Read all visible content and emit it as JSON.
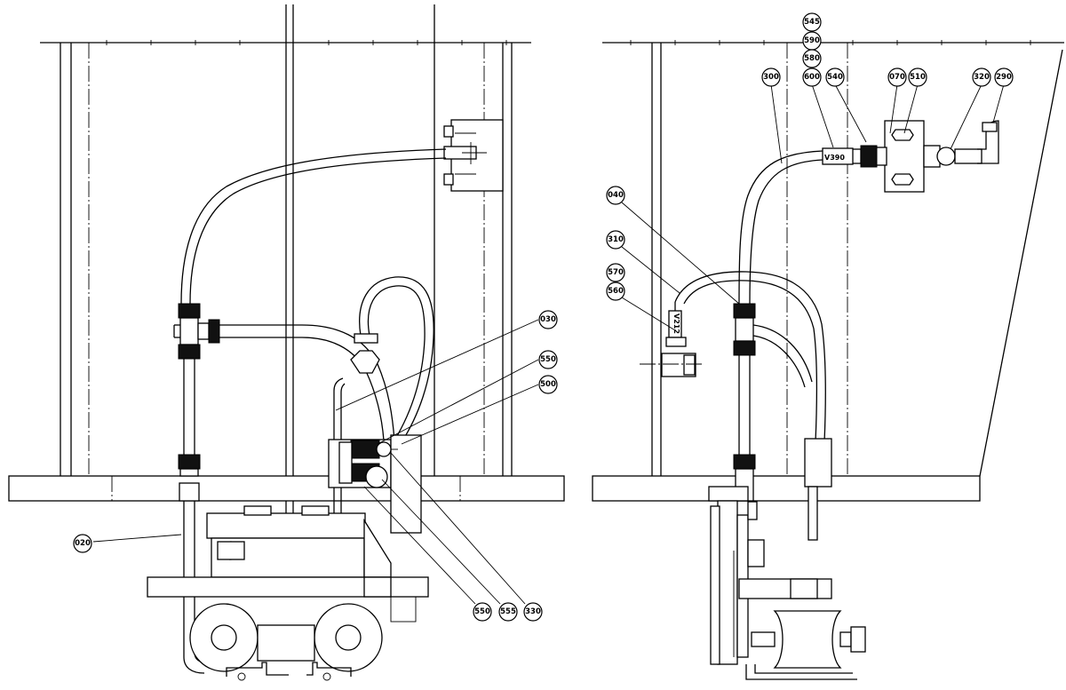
{
  "callouts": [
    {
      "id": "545",
      "label": "545"
    },
    {
      "id": "590",
      "label": "590"
    },
    {
      "id": "580",
      "label": "580"
    },
    {
      "id": "600",
      "label": "600"
    },
    {
      "id": "540",
      "label": "540"
    },
    {
      "id": "300",
      "label": "300"
    },
    {
      "id": "070",
      "label": "070"
    },
    {
      "id": "510",
      "label": "510"
    },
    {
      "id": "320",
      "label": "320"
    },
    {
      "id": "290",
      "label": "290"
    },
    {
      "id": "040",
      "label": "040"
    },
    {
      "id": "310",
      "label": "310"
    },
    {
      "id": "570",
      "label": "570"
    },
    {
      "id": "560",
      "label": "560"
    },
    {
      "id": "030",
      "label": "030"
    },
    {
      "id": "550a",
      "label": "550"
    },
    {
      "id": "500",
      "label": "500"
    },
    {
      "id": "020",
      "label": "020"
    },
    {
      "id": "550b",
      "label": "550"
    },
    {
      "id": "555",
      "label": "555"
    },
    {
      "id": "330",
      "label": "330"
    }
  ],
  "valve_tags": {
    "left_valve": "V390",
    "right_valve": "V212"
  }
}
